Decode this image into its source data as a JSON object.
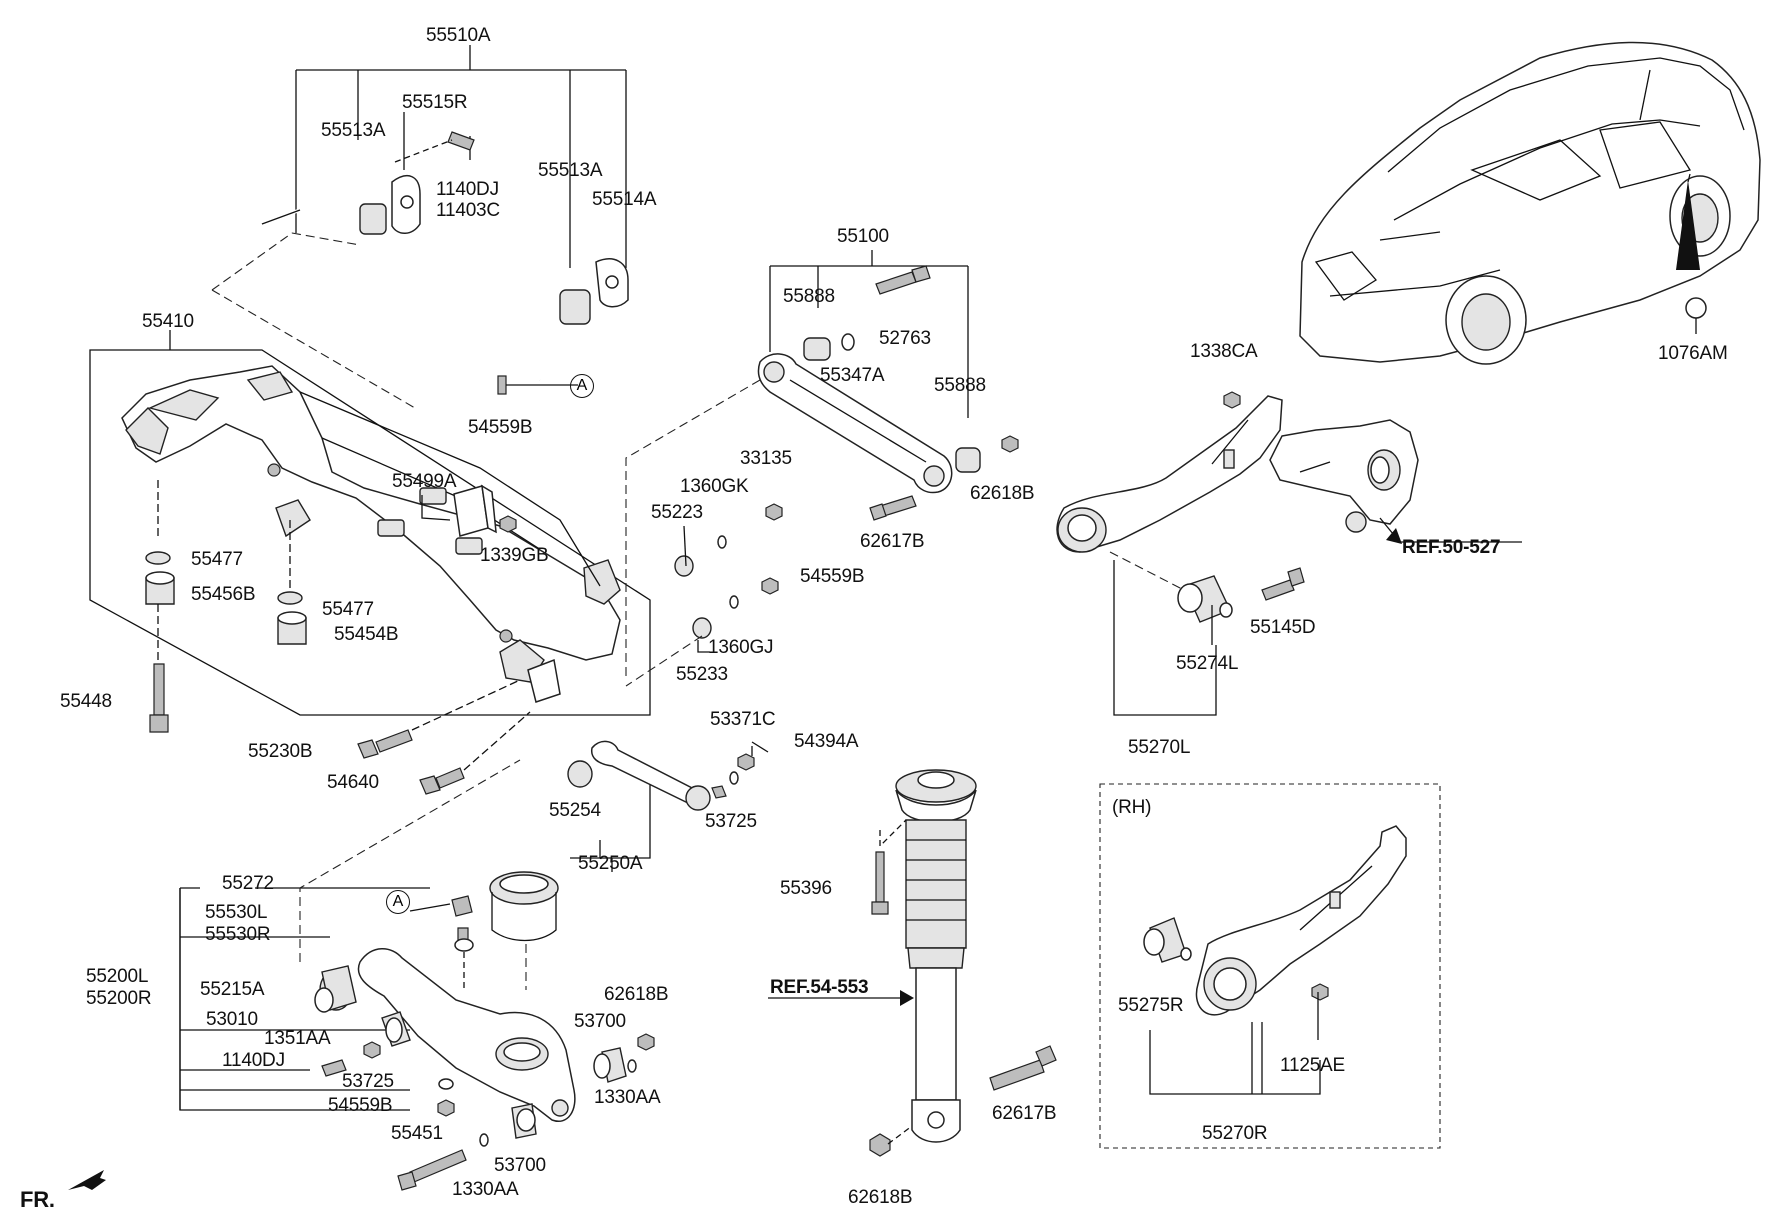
{
  "labels": {
    "p55510A": "55510A",
    "p55515R": "55515R",
    "p55513A_l": "55513A",
    "p1140DJ_top": "1140DJ",
    "p11403C": "11403C",
    "p55513A_r": "55513A",
    "p55514A": "55514A",
    "p54559B_top": "54559B",
    "p55410": "55410",
    "p55499A": "55499A",
    "p1339GB": "1339GB",
    "p55477_a": "55477",
    "p55456B": "55456B",
    "p55477_b": "55477",
    "p55454B": "55454B",
    "p55448": "55448",
    "p55230B": "55230B",
    "p54640": "54640",
    "p55100": "55100",
    "p55888_a": "55888",
    "p52763": "52763",
    "p55347A": "55347A",
    "p55888_b": "55888",
    "p62618B_a": "62618B",
    "p62617B_a": "62617B",
    "p33135": "33135",
    "p1360GK": "1360GK",
    "p55223": "55223",
    "p54559B_mid": "54559B",
    "p1360GJ": "1360GJ",
    "p55233": "55233",
    "p53371C": "53371C",
    "p54394A": "54394A",
    "p53725_mid": "53725",
    "p55254": "55254",
    "p55250A": "55250A",
    "p55272": "55272",
    "p55530L": "55530L",
    "p55530R": "55530R",
    "p55200L": "55200L",
    "p55200R": "55200R",
    "p55215A": "55215A",
    "p53010": "53010",
    "p1351AA": "1351AA",
    "p1140DJ_low": "1140DJ",
    "p53725_low": "53725",
    "p54559B_low": "54559B",
    "p55451": "55451",
    "p53700_a": "53700",
    "p53700_b": "53700",
    "p62618B_b": "62618B",
    "p1330AA_a": "1330AA",
    "p1330AA_b": "1330AA",
    "p55396": "55396",
    "p62617B_b": "62617B",
    "p62618B_c": "62618B",
    "p1338CA": "1338CA",
    "p55145D": "55145D",
    "p55274L": "55274L",
    "p55270L": "55270L",
    "p1076AM": "1076AM",
    "p55275R": "55275R",
    "p1125AE": "1125AE",
    "p55270R": "55270R",
    "ref_50527": "REF.50-527",
    "ref_54553": "REF.54-553",
    "rh_tag": "(RH)",
    "fr_tag": "FR.",
    "circle_a_top": "A",
    "circle_a_low": "A"
  }
}
